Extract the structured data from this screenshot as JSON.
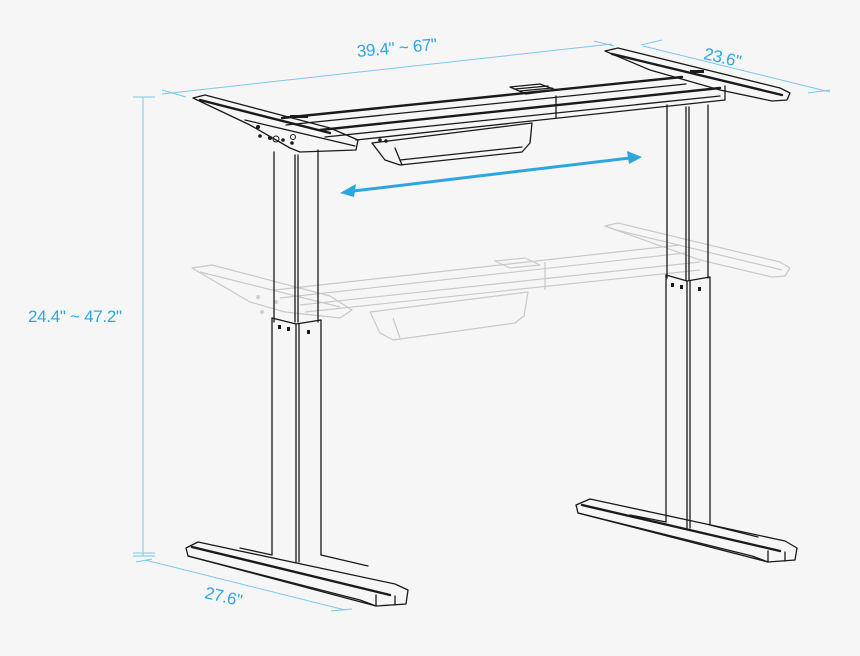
{
  "diagram": {
    "subject": "Electric height-adjustable standing desk frame",
    "accent_color": "#2da6e0",
    "dimension_line_color": "#7cc7ea",
    "line_art_color": "#1a1a1a",
    "ghost_color": "#c9c9c9",
    "background": "#f6f6f6",
    "dimensions": {
      "width_range": "39.4\" ~ 67\"",
      "depth_top": "23.6\"",
      "height_range": "24.4\" ~ 47.2\"",
      "foot_length": "27.6\""
    },
    "annotations": {
      "width_adjust_arrow": "double-headed arrow indicating adjustable frame width",
      "ghost_frame": "lowered position of desk frame shown faded"
    }
  }
}
